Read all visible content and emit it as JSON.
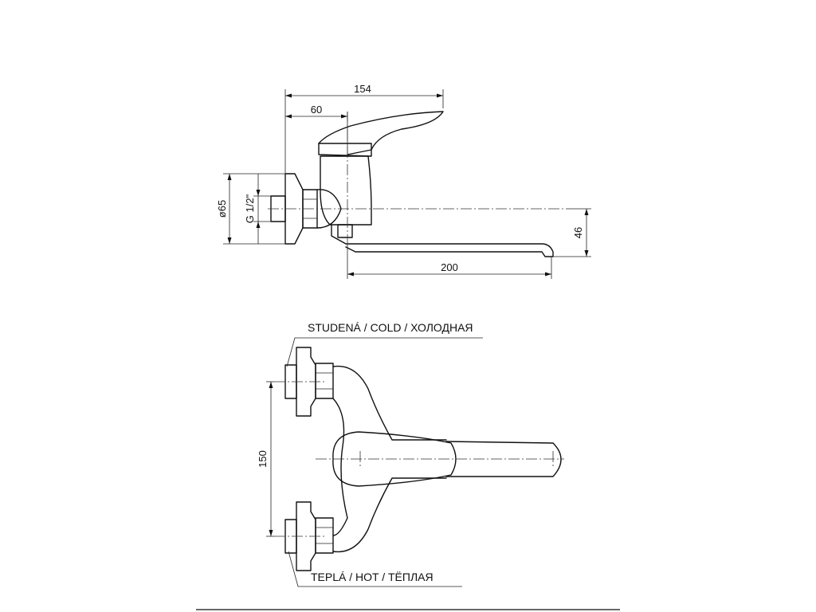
{
  "dimensions": {
    "total_length": "154",
    "handle_offset": "60",
    "rosette_diameter": "ø65",
    "thread": "G 1/2\"",
    "spout_height": "46",
    "spout_length": "200",
    "inlet_spacing": "150"
  },
  "labels": {
    "cold": "STUDENÁ / COLD / ХОЛОДНАЯ",
    "hot": "TEPLÁ / HOT / ТЁПЛАЯ"
  }
}
